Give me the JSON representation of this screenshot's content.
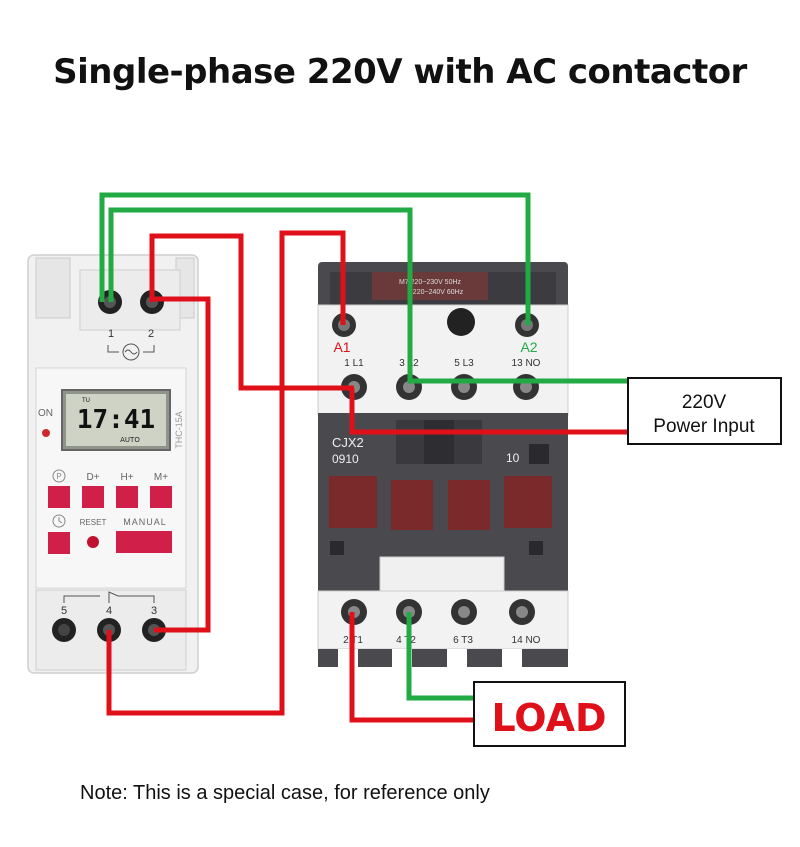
{
  "title": "Single-phase 220V with AC contactor",
  "timer": {
    "top_terminals": [
      "1",
      "2"
    ],
    "display_time": "17:41",
    "display_day": "TU",
    "display_mode": "AUTO",
    "on_label": "ON",
    "model": "THC-15A",
    "buttons_row1": [
      "D+",
      "H+",
      "M+"
    ],
    "reset_label": "RESET",
    "manual_label": "MANUAL",
    "bottom_terminals": [
      "5",
      "4",
      "3"
    ]
  },
  "contactor": {
    "rating_text_1": "M7 220~230V 50Hz",
    "rating_text_2": "220~240V 60Hz",
    "coil_a1": "A1",
    "coil_a2": "A2",
    "top_labels": [
      "1 L1",
      "3 L2",
      "5 L3",
      "13 NO"
    ],
    "brand": "CJX2",
    "model": "0910",
    "aux": "10",
    "bottom_labels": [
      "2 T1",
      "4 T2",
      "6 T3",
      "14 NO"
    ]
  },
  "power_input": {
    "line1": "220V",
    "line2": "Power Input"
  },
  "load_label": "LOAD",
  "note": "Note: This is a special case, for reference only",
  "colors": {
    "green_wire": "#22aa44",
    "red_wire": "#e0101a",
    "button": "#d0204a",
    "contactor_body": "#4a4a4e",
    "label_red": "#e0101a"
  }
}
